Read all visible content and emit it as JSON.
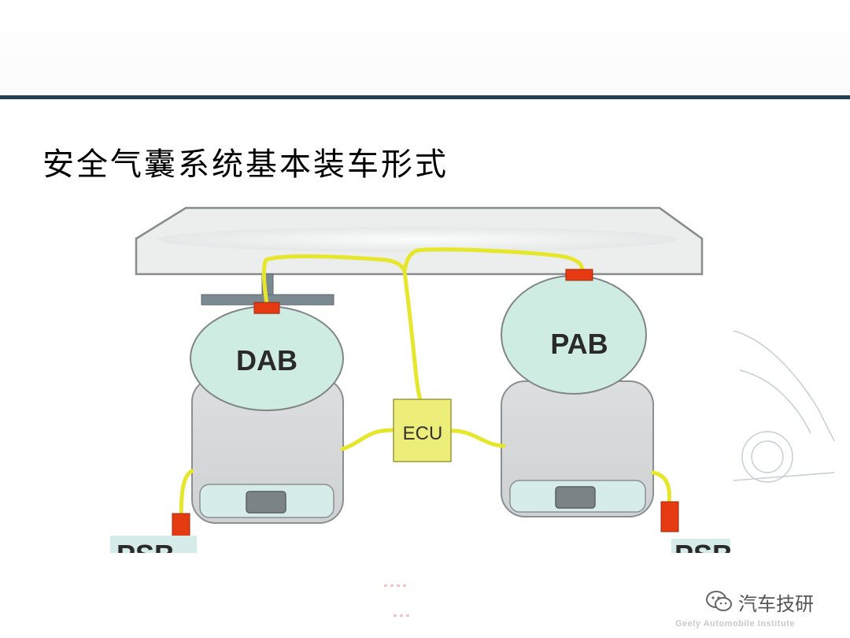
{
  "slide": {
    "title": "安全气囊系统基本装车形式"
  },
  "diagram": {
    "dab_label": "DAB",
    "pab_label": "PAB",
    "ecu_label": "ECU",
    "psb_left_label": "PSB",
    "psb_right_label": "PSB",
    "colors": {
      "wire": "#e6e62a",
      "airbag_fill": "#cfece2",
      "ecu_fill": "#eded7a",
      "seat_fill": "#d6d8d9",
      "sensor_red": "#e63a12",
      "dashboard_fill": "#eceeee",
      "header_rule": "#223f55"
    }
  },
  "watermark": {
    "text": "汽车技研",
    "icon": "wechat-icon"
  },
  "footer": {
    "text": "Geely Automobile Institute"
  }
}
